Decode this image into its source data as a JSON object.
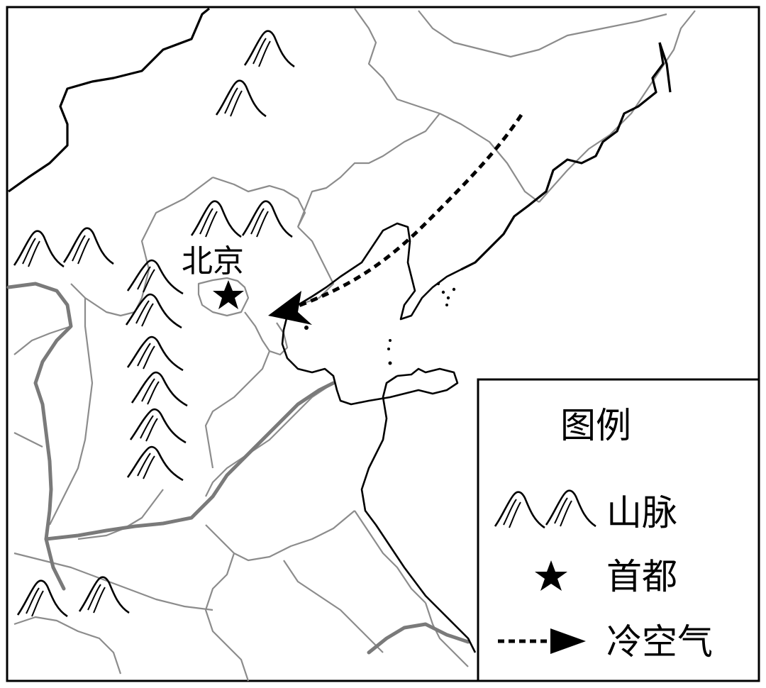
{
  "map": {
    "city_label": "北京",
    "city_icon": "star-icon",
    "mountain_icon": "mountain-range-icon",
    "arrow_icon": "dashed-arrow-icon"
  },
  "legend": {
    "title": "图例",
    "items": [
      {
        "icon": "mountain-range-icon",
        "label": "山脉"
      },
      {
        "icon": "star-icon",
        "label": "首都"
      },
      {
        "icon": "dashed-arrow-icon",
        "label": "冷空气"
      }
    ]
  },
  "colors": {
    "ink": "#000000",
    "province_border": "#8c8c8c",
    "river": "#7a7a7a",
    "background": "#ffffff"
  }
}
